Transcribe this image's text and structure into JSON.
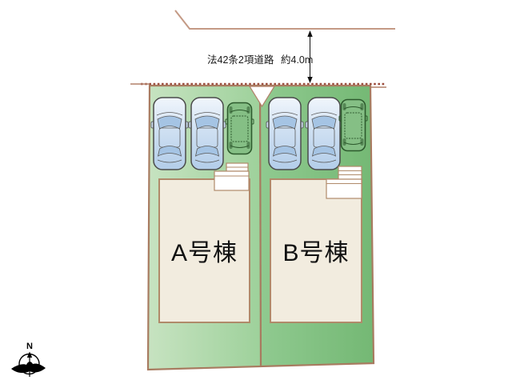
{
  "plan": {
    "type": "residential-site-plan",
    "road": {
      "name_label": "法42条2項道路",
      "width_label": "約4.0m"
    },
    "site": {
      "boundary_style": "dotted",
      "fill_gradient_left": "#c7e3c1",
      "fill_gradient_right": "#74b874",
      "outline_color": "#a87b60"
    },
    "plots": [
      {
        "id": "A",
        "building_label": "A号棟",
        "parked_cars": [
          {
            "type": "sedan",
            "color": "blue"
          },
          {
            "type": "sedan",
            "color": "blue"
          },
          {
            "type": "compact",
            "color": "green"
          }
        ]
      },
      {
        "id": "B",
        "building_label": "B号棟",
        "parked_cars": [
          {
            "type": "sedan",
            "color": "blue"
          },
          {
            "type": "sedan",
            "color": "blue"
          },
          {
            "type": "compact",
            "color": "green"
          }
        ]
      }
    ],
    "compass": {
      "north_label": "N"
    },
    "colors": {
      "road_line": "#c49a85",
      "boundary_dots": "#9b4a3b",
      "building_fill": "#f2ecdf",
      "building_outline": "#b08a6a",
      "car_blue": "#a6c4e4",
      "car_green_outline": "#2d5a2d",
      "text": "#1a1a1a"
    }
  }
}
